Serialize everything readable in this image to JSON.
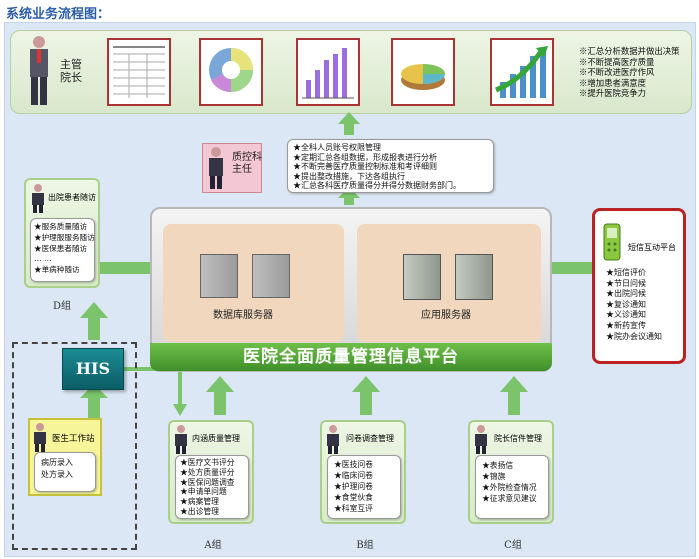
{
  "page_title": "系统业务流程图：",
  "director": {
    "line1": "主管",
    "line2": "院长"
  },
  "director_bullets": [
    "※汇总分析数据并做出决策",
    "※不断提高医疗质量",
    "※不断改进医疗作风",
    "※增加患者满意度",
    "※提升医院竞争力"
  ],
  "quality_control": {
    "label_line1": "质控科",
    "label_line2": "主任",
    "bullets": [
      "★全科人员账号权限管理",
      "★定期汇总各组数据，形成报表进行分析",
      "★不断完善医疗质量控制标准和考评细则",
      "★提出整改措施，下达各组执行",
      "★汇总各科医疗质量得分并得分数据财务部门。"
    ]
  },
  "platform": {
    "title": "医院全面质量管理信息平台",
    "db_server": "数据库服务器",
    "app_server": "应用服务器"
  },
  "discharge_followup": {
    "title": "出院患者随访",
    "items": [
      "★服务质量随访",
      "★护理服服务随访",
      "★医保患者随访",
      "…  …",
      "★单病种随访"
    ],
    "group": "D组"
  },
  "sms": {
    "title": "短信互动平台",
    "items": [
      "★短信评价",
      "★节日问候",
      "★出院问候",
      "★复诊通知",
      "★义诊通知",
      "★新药宣传",
      "★院办会议通知"
    ]
  },
  "his": {
    "label": "HIS"
  },
  "doctor_workstation": {
    "title": "医生工作站",
    "items": [
      "病历录入",
      "处方录入"
    ]
  },
  "group_a": {
    "title": "内涵质量管理",
    "items": [
      "★医疗文书评分",
      "★处方质量评分",
      "★医保问题调查",
      "★申请单问题",
      "★病案管理",
      "★出诊管理"
    ],
    "group": "A组"
  },
  "group_b": {
    "title": "问卷调查管理",
    "items": [
      "★医技问卷",
      "★临床问卷",
      "★护理问卷",
      "★食堂伙食",
      "★科室互评"
    ],
    "group": "B组"
  },
  "group_c": {
    "title": "院长信件管理",
    "items": [
      "★表扬信",
      "★锦旗",
      "★外院检查情况",
      "★征求意见建议"
    ],
    "group": "C组"
  },
  "colors": {
    "arrow": "#7bc46b",
    "title": "#2a5ea8",
    "platform_bar": "#4f9e34",
    "his": "#0f6e77"
  }
}
